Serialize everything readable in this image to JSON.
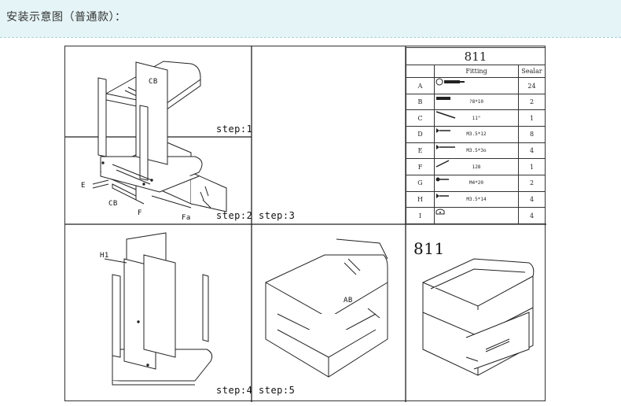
{
  "header": {
    "title": "安装示意图（普通款）："
  },
  "panels": {
    "step1": {
      "label": "step:1",
      "part_label": "CB"
    },
    "step2": {
      "label": "step:2",
      "part_labels": [
        "E",
        "CB",
        "F",
        "Fa"
      ]
    },
    "step3": {
      "label": "step:3"
    },
    "step4": {
      "label": "step:4",
      "part_labels": [
        "H1"
      ]
    },
    "step5": {
      "label": "step:5",
      "part_label": "AB"
    },
    "product": {
      "model": "811"
    }
  },
  "fitting_table": {
    "model": "811",
    "header_fitting": "Fitting",
    "header_qty": "Sealar",
    "rows": [
      {
        "code": "A",
        "spec": "",
        "qty": "24",
        "icon": "cam-lock-icon"
      },
      {
        "code": "B",
        "spec": "?8*10",
        "qty": "2",
        "icon": "dowel-icon"
      },
      {
        "code": "C",
        "spec": "11\"",
        "qty": "1",
        "icon": "nail-icon"
      },
      {
        "code": "D",
        "spec": "M3.5*12",
        "qty": "8",
        "icon": "screw-icon"
      },
      {
        "code": "E",
        "spec": "M3.5*3o",
        "qty": "4",
        "icon": "long-screw-icon"
      },
      {
        "code": "F",
        "spec": "128",
        "qty": "1",
        "icon": "handle-icon"
      },
      {
        "code": "G",
        "spec": "M4*20",
        "qty": "2",
        "icon": "bolt-icon"
      },
      {
        "code": "H",
        "spec": "M3.5*14",
        "qty": "4",
        "icon": "short-screw-icon"
      },
      {
        "code": "I",
        "spec": "",
        "qty": "4",
        "icon": "connector-icon"
      }
    ]
  }
}
